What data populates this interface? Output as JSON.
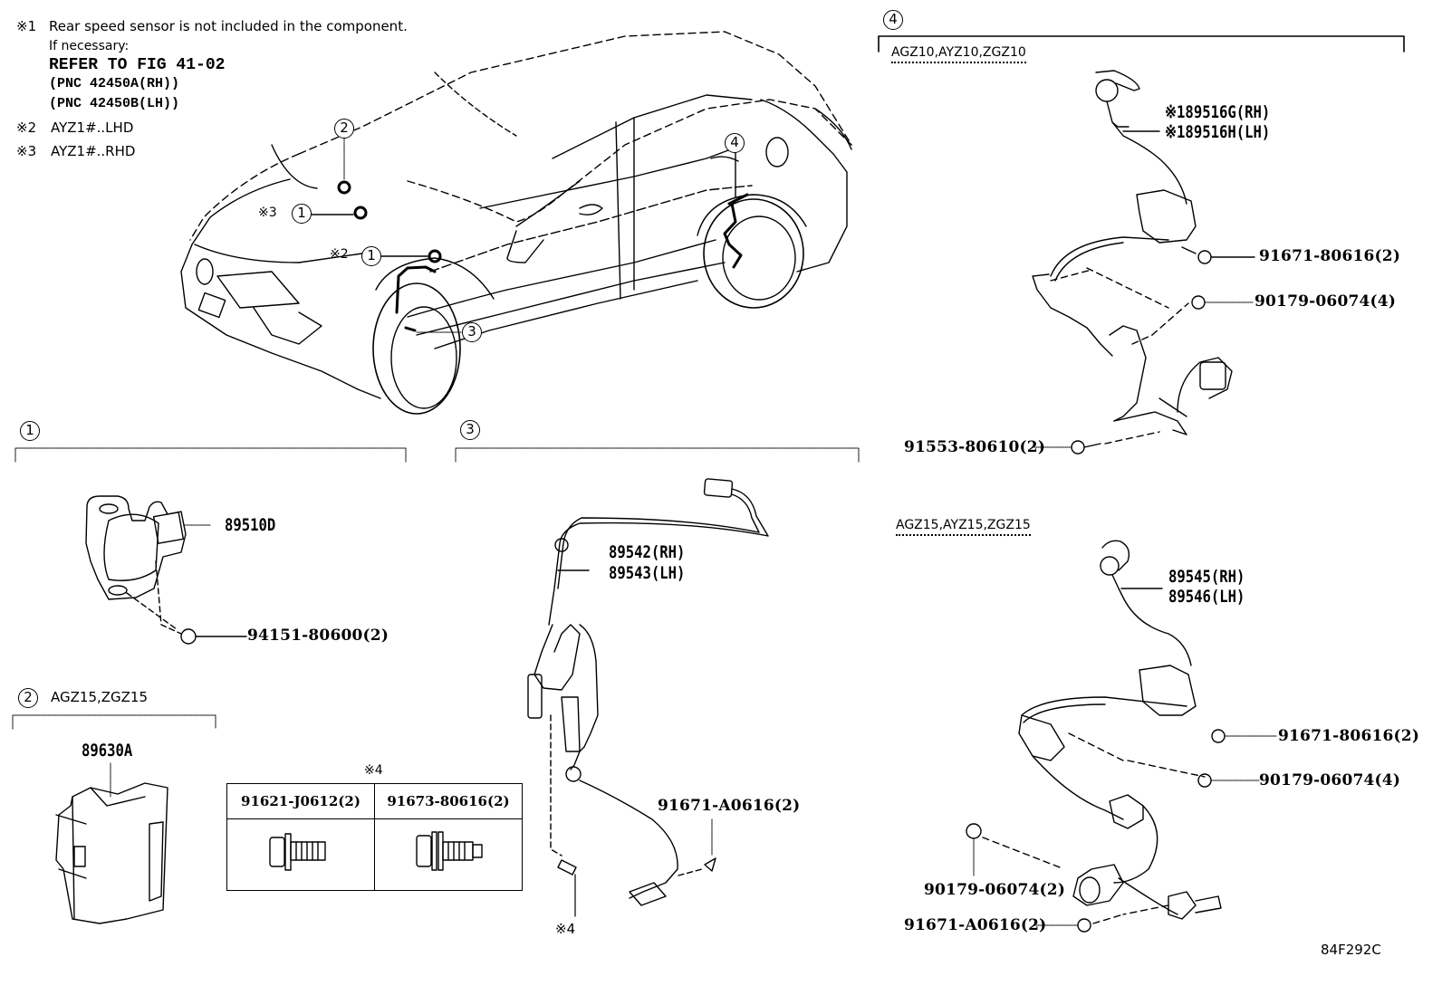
{
  "figure_code": "84F292C",
  "notes": {
    "n1_mark": "※1",
    "n1_text": "Rear speed sensor is not included in the component.",
    "n1_sub": "If necessary:",
    "n1_ref": "REFER TO FIG 41-02",
    "n1_pnc_rh": "(PNC 42450A(RH))",
    "n1_pnc_lh": "(PNC 42450B(LH))",
    "n2_mark": "※2",
    "n2_text": "AYZ1#..LHD",
    "n3_mark": "※3",
    "n3_text": "AYZ1#..RHD"
  },
  "car_callouts": {
    "c1a_prefix": "※3",
    "c1a": "1",
    "c1b_prefix": "※2",
    "c1b": "1",
    "c2": "2",
    "c3": "3",
    "c4": "4"
  },
  "section1": {
    "number": "1",
    "parts": [
      "89510D",
      "94151-80600(2)"
    ]
  },
  "section2": {
    "number": "2",
    "models": "AGZ15,ZGZ15",
    "parts": [
      "89630A"
    ]
  },
  "fastener_table": {
    "mark": "※4",
    "columns": [
      "91621-J0612(2)",
      "91673-80616(2)"
    ]
  },
  "section3": {
    "number": "3",
    "parts": [
      "89542(RH)",
      "89543(LH)",
      "91671-A0616(2)"
    ],
    "note_mark": "※4"
  },
  "section4": {
    "number": "4",
    "group_a": {
      "models": "AGZ10,AYZ10,ZGZ10",
      "parts": [
        "※189516G(RH)",
        "※189516H(LH)",
        "91671-80616(2)",
        "90179-06074(4)",
        "91553-80610(2)"
      ]
    },
    "group_b": {
      "models": "AGZ15,AYZ15,ZGZ15",
      "parts": [
        "89545(RH)",
        "89546(LH)",
        "91671-80616(2)",
        "90179-06074(4)",
        "90179-06074(2)",
        "91671-A0616(2)"
      ]
    }
  }
}
